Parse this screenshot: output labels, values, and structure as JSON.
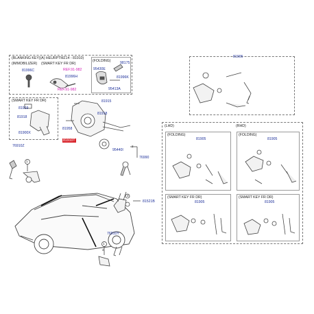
{
  "colors": {
    "ink": "#1c2f9a",
    "highlight": "#d8232a",
    "reference": "#d21cb4",
    "line": "#444444"
  },
  "top_left": {
    "header": "(BLANKING KEY)(A) HEURPTMZ14 - 81910)",
    "folding_header": "(FOLDING)",
    "immobilizer_header": "(IMMOBILIZER)",
    "smart_key_header": "(SMART KEY FR DR)",
    "p81996c": "81996C",
    "ref1": "REF.91-982",
    "p81996h": "81996H",
    "ref2": "REF.91-982",
    "p95430e": "95430E",
    "p98175": "98175",
    "p81996k": "81996K",
    "p95413a": "95413A"
  },
  "smart_key_box": {
    "header": "(SMART KEY FR DR)",
    "p81919": "81919",
    "p81918": "81918",
    "p81900x": "81900X"
  },
  "center": {
    "p81915": "81915",
    "p81918": "81918",
    "p81958": "81958",
    "p81910t": "81910T",
    "p95440i": "95440I",
    "p76990": "76990",
    "p76910z": "76910Z",
    "p81521b": "81521B",
    "p76910y": "76910Y"
  },
  "right_top": {
    "p81905": "81905"
  },
  "right_grid": {
    "lhd": "(LHD)",
    "rhd": "(RHD)",
    "folding_lhd": "(FOLDING)",
    "folding_rhd": "(FOLDING)",
    "smart_lhd": "(SMART KEY FR DR)",
    "smart_rhd": "(SMART KEY FR DR)",
    "p1": "81905",
    "p2": "81905",
    "p3": "81905",
    "p4": "81905"
  },
  "callouts": {
    "n1": "1",
    "n2": "2",
    "n3": "3",
    "n4": "4"
  }
}
